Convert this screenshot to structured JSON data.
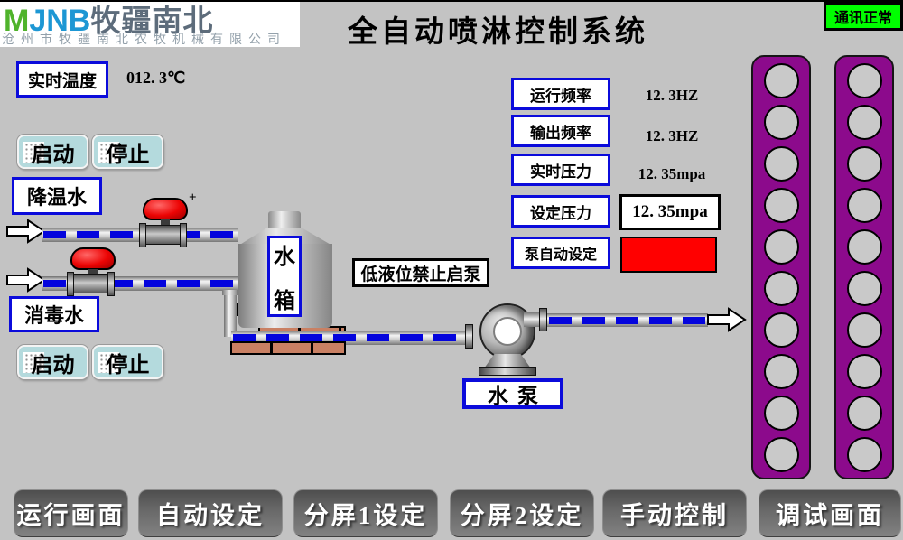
{
  "header": {
    "logo": {
      "m": "M",
      "jnb": "JNB",
      "brand_cn": "牧疆南北",
      "company": "沧州市牧疆南北农牧机械有限公司"
    },
    "title": "全自动喷淋控制系统",
    "comm_status": "通讯正常"
  },
  "temperature": {
    "label": "实时温度",
    "value": "012. 3℃"
  },
  "cooling": {
    "label": "降温水",
    "start": "启动",
    "stop": "停止"
  },
  "disinfect": {
    "label": "消毒水",
    "start": "启动",
    "stop": "停止"
  },
  "tank": {
    "char1": "水",
    "char2": "箱"
  },
  "warning": {
    "text": "低液位禁止启泵"
  },
  "pump": {
    "label": "水泵"
  },
  "decorations": {
    "plus": "+"
  },
  "metrics": {
    "rows": [
      {
        "label": "运行频率",
        "value": "12. 3HZ"
      },
      {
        "label": "输出频率",
        "value": "12. 3HZ"
      },
      {
        "label": "实时压力",
        "value": "12. 35mpa"
      },
      {
        "label": "设定压力",
        "value": "12. 35mpa"
      },
      {
        "label": "泵自动设定",
        "value": ""
      }
    ]
  },
  "spray": {
    "bars": 2,
    "holes_per_bar": 10
  },
  "nav": {
    "items": [
      {
        "label": "运行画面"
      },
      {
        "label": "自动设定"
      },
      {
        "label": "分屏1设定"
      },
      {
        "label": "分屏2设定"
      },
      {
        "label": "手动控制"
      },
      {
        "label": "调试画面"
      }
    ]
  },
  "colors": {
    "background": "#c3c3c3",
    "accent_blue_border": "#0b0bdb",
    "pipe_dash_blue": "#0404dd",
    "status_green": "#00ff00",
    "alarm_red": "#ff0000",
    "spray_purple": "#8c0a8c",
    "brick": "#c98063",
    "logo_green": "#4fb32b",
    "logo_blue": "#1d97d4"
  }
}
